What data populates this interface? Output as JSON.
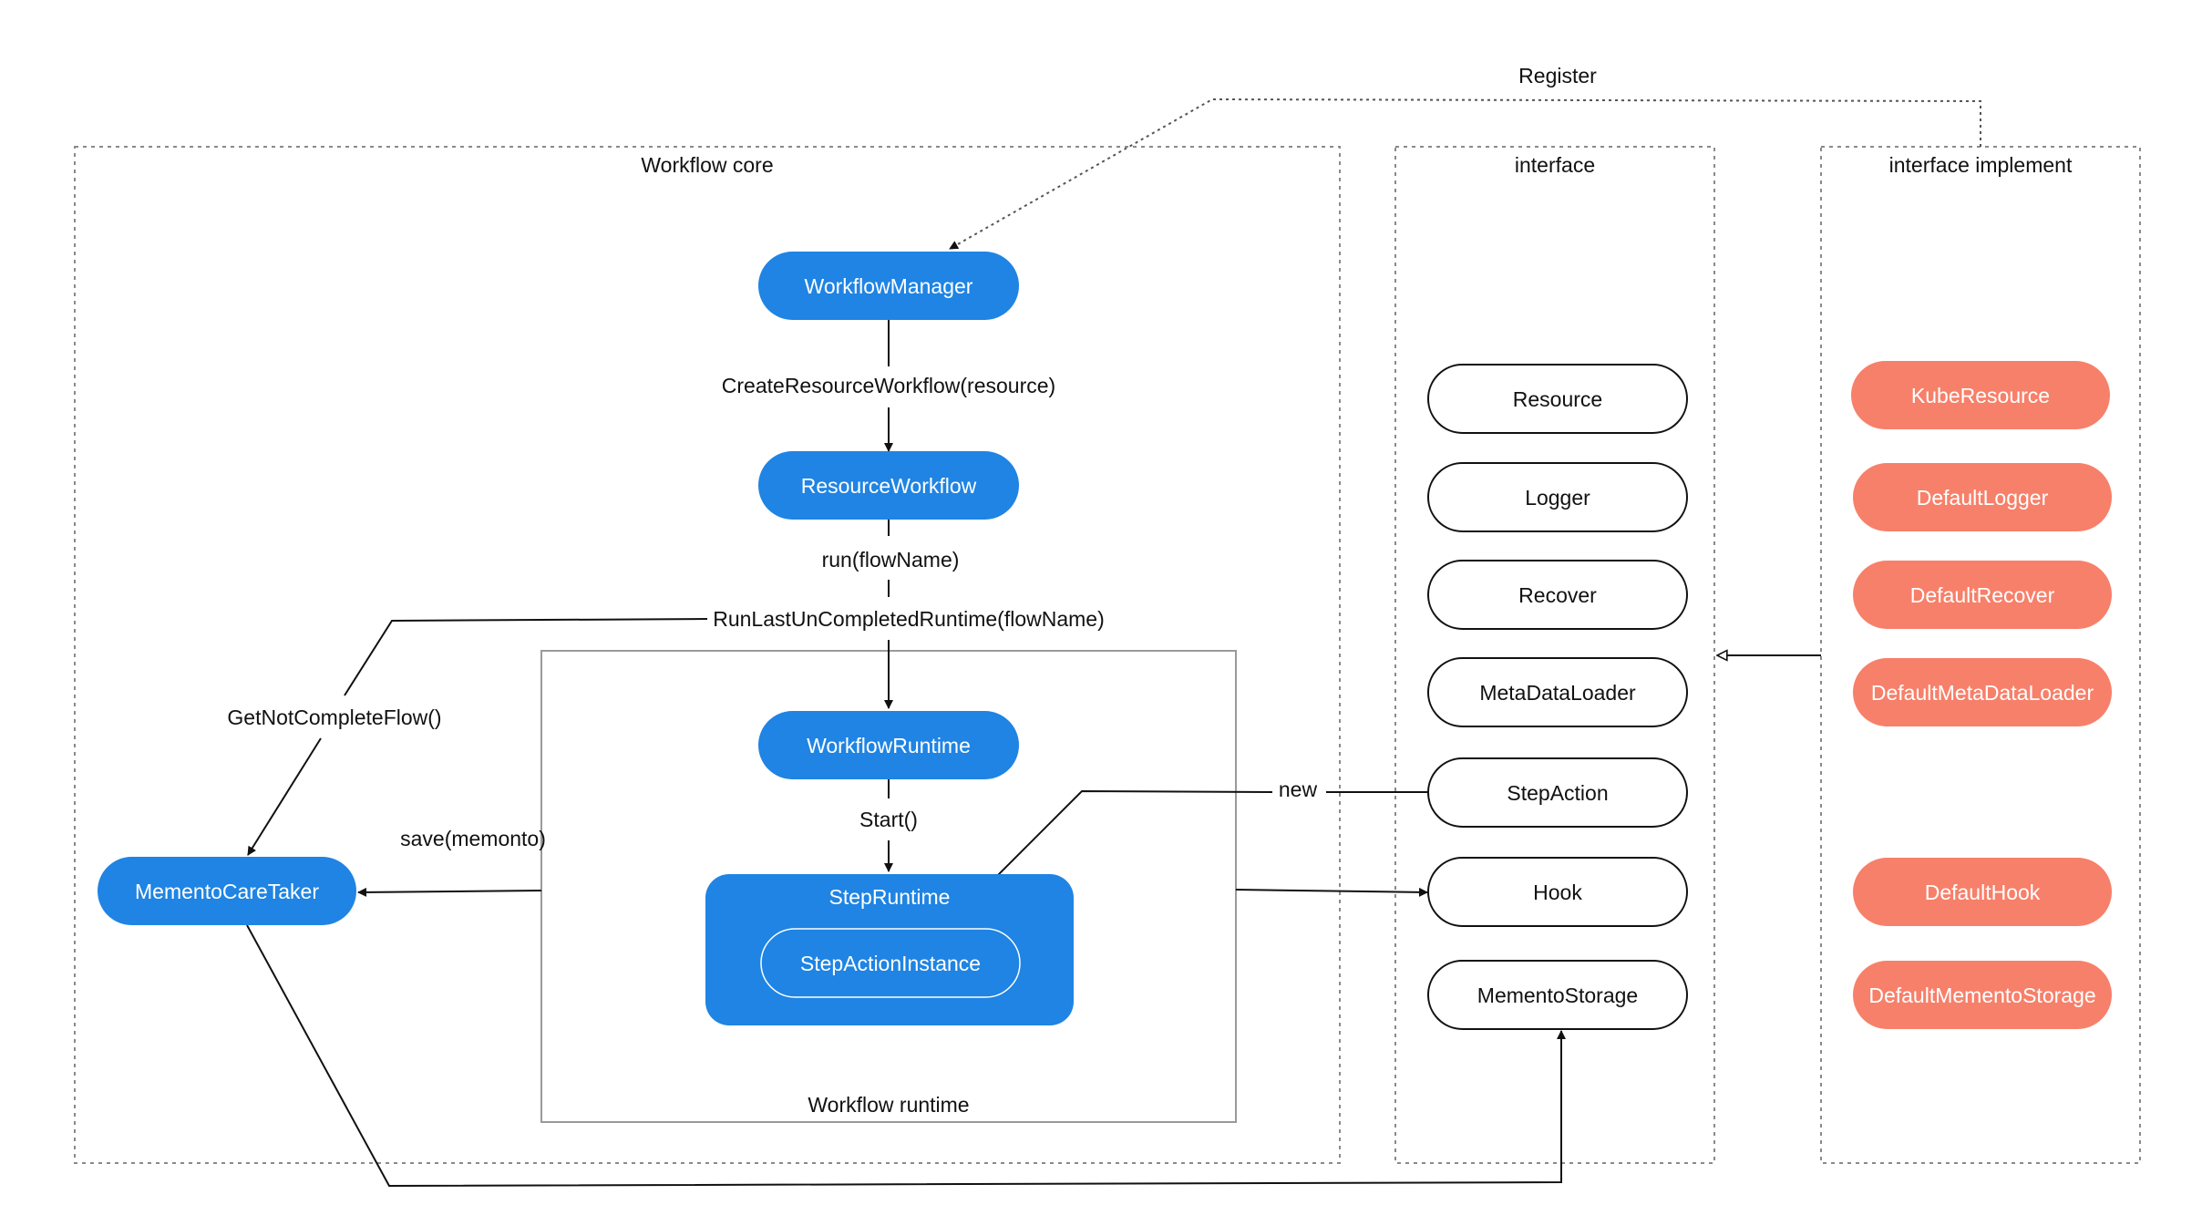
{
  "colors": {
    "blue": "#1f84e3",
    "orange": "#f7806a",
    "line": "#111111",
    "container_border": "#8a8a8a"
  },
  "containers": {
    "core": "Workflow core",
    "interface": "interface",
    "implement": "interface implement",
    "runtime": "Workflow runtime"
  },
  "core_nodes": {
    "workflow_manager": "WorkflowManager",
    "resource_workflow": "ResourceWorkflow",
    "workflow_runtime": "WorkflowRuntime",
    "step_runtime": "StepRuntime",
    "step_action_instance": "StepActionInstance",
    "memento_caretaker": "MementoCareTaker"
  },
  "interfaces": [
    "Resource",
    "Logger",
    "Recover",
    "MetaDataLoader",
    "StepAction",
    "Hook",
    "MementoStorage"
  ],
  "implementations": [
    "KubeResource",
    "DefaultLogger",
    "DefaultRecover",
    "DefaultMetaDataLoader",
    "DefaultHook",
    "DefaultMementoStorage"
  ],
  "edge_labels": {
    "register": "Register",
    "create_resource_workflow": "CreateResourceWorkflow(resource)",
    "run": "run(flowName)",
    "run_last": "RunLastUnCompletedRuntime(flowName)",
    "get_not_complete": "GetNotCompleteFlow()",
    "save": "save(memonto)",
    "start": "Start()",
    "new": "new"
  }
}
